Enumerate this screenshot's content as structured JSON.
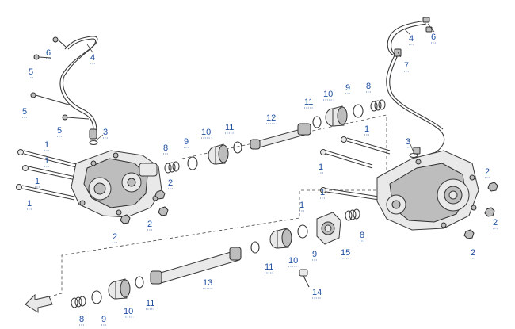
{
  "diagram": {
    "callouts": {
      "c1a": "1",
      "c1b": "1",
      "c1c": "1",
      "c1d": "1",
      "c1e": "1",
      "c1f": "1",
      "c1g": "1",
      "c1h": "1",
      "c2a": "2",
      "c2b": "2",
      "c2c": "2",
      "c2d": "2",
      "c2e": "2",
      "c2f": "2",
      "c3a": "3",
      "c3b": "3",
      "c4a": "4",
      "c4b": "4",
      "c5a": "5",
      "c5b": "5",
      "c5c": "5",
      "c6a": "6",
      "c6b": "6",
      "c7": "7",
      "c8a": "8",
      "c8b": "8",
      "c8c": "8",
      "c8d": "8",
      "c9a": "9",
      "c9b": "9",
      "c9c": "9",
      "c9d": "9",
      "c10a": "10",
      "c10b": "10",
      "c10c": "10",
      "c10d": "10",
      "c11a": "11",
      "c11b": "11",
      "c11c": "11",
      "c11d": "11",
      "c12": "12",
      "c13": "13",
      "c14": "14",
      "c15": "15"
    }
  }
}
